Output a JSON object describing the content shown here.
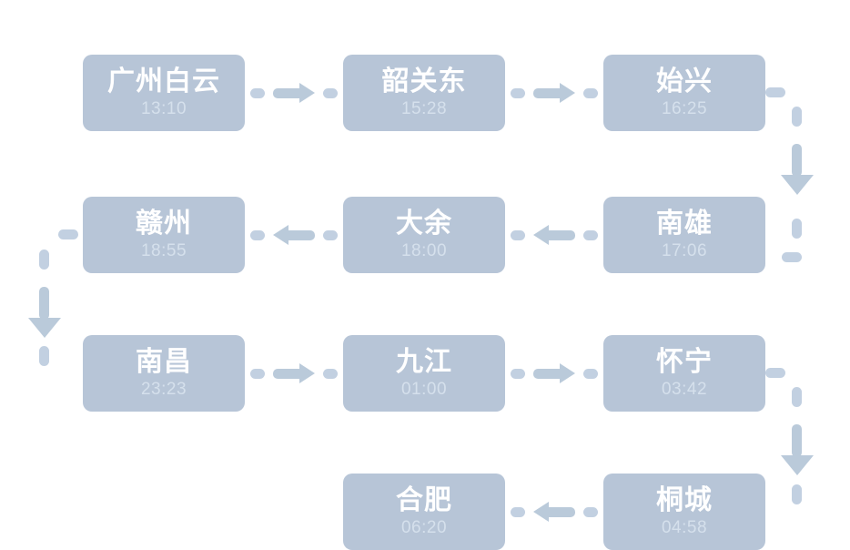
{
  "diagram": {
    "title": "train-route-timeline",
    "colors": {
      "background": "#ffffff",
      "station_fill": "#b7c5d7",
      "station_name_text": "#ffffff",
      "station_time_text": "#d5e0ec",
      "arrow": "#bacada",
      "dash": "#c2d0e1"
    },
    "rows": [
      {
        "direction": "left-to-right"
      },
      {
        "direction": "right-to-left"
      },
      {
        "direction": "left-to-right"
      },
      {
        "direction": "right-to-left"
      }
    ],
    "stations": [
      {
        "name": "广州白云",
        "time": "13:10",
        "row": 1,
        "col": 1
      },
      {
        "name": "韶关东",
        "time": "15:28",
        "row": 1,
        "col": 2
      },
      {
        "name": "始兴",
        "time": "16:25",
        "row": 1,
        "col": 3
      },
      {
        "name": "南雄",
        "time": "17:06",
        "row": 2,
        "col": 3
      },
      {
        "name": "大余",
        "time": "18:00",
        "row": 2,
        "col": 2
      },
      {
        "name": "赣州",
        "time": "18:55",
        "row": 2,
        "col": 1
      },
      {
        "name": "南昌",
        "time": "23:23",
        "row": 3,
        "col": 1
      },
      {
        "name": "九江",
        "time": "01:00",
        "row": 3,
        "col": 2
      },
      {
        "name": "怀宁",
        "time": "03:42",
        "row": 3,
        "col": 3
      },
      {
        "name": "桐城",
        "time": "04:58",
        "row": 4,
        "col": 3
      },
      {
        "name": "合肥",
        "time": "06:20",
        "row": 4,
        "col": 2
      }
    ],
    "connectors": [
      {
        "kind": "arrow-right",
        "from": "广州白云",
        "to": "韶关东"
      },
      {
        "kind": "arrow-right",
        "from": "韶关东",
        "to": "始兴"
      },
      {
        "kind": "wrap-down-right",
        "from": "始兴",
        "to": "南雄"
      },
      {
        "kind": "arrow-left",
        "from": "南雄",
        "to": "大余"
      },
      {
        "kind": "arrow-left",
        "from": "大余",
        "to": "赣州"
      },
      {
        "kind": "wrap-down-left",
        "from": "赣州",
        "to": "南昌"
      },
      {
        "kind": "arrow-right",
        "from": "南昌",
        "to": "九江"
      },
      {
        "kind": "arrow-right",
        "from": "九江",
        "to": "怀宁"
      },
      {
        "kind": "wrap-down-right",
        "from": "怀宁",
        "to": "桐城"
      },
      {
        "kind": "arrow-left",
        "from": "桐城",
        "to": "合肥"
      }
    ]
  }
}
